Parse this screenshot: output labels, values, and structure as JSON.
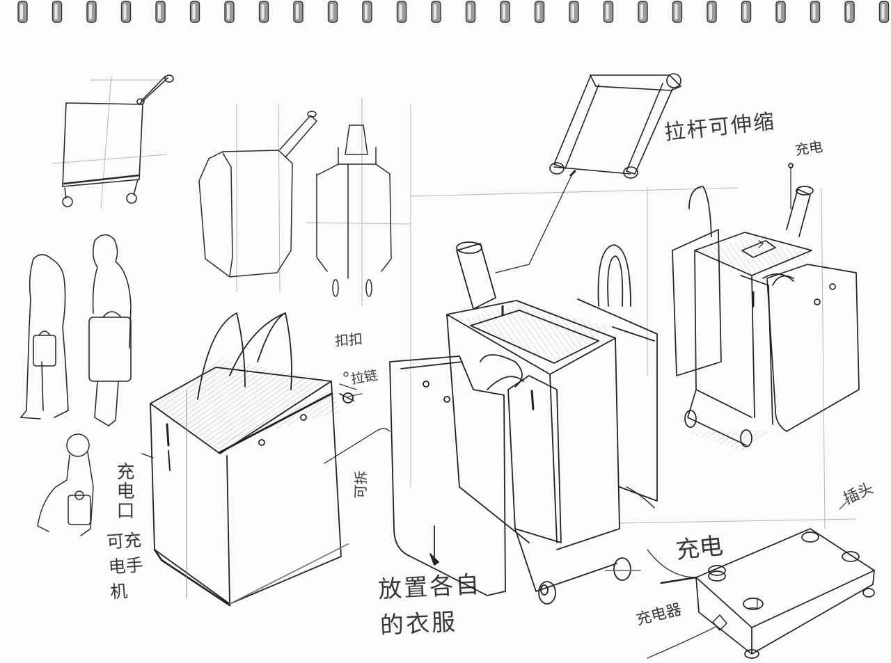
{
  "notes": {
    "pull_rod": "拉杆可伸缩",
    "charge_top": "充电",
    "buckle": "扣扣",
    "zipper": "拉链",
    "charge_port": "充电口",
    "phone_charge": "可充电手机",
    "removable": "可拆",
    "clothes": "放置各自的衣服",
    "charger": "充电器",
    "charge_wave": "充电",
    "plug": "插头"
  },
  "icons": {
    "binding_rings": "spiral-binding-icon",
    "buckle_mark": "buckle-ring-icon"
  },
  "colors": {
    "pencil": "#2a2a2a",
    "paper": "#fbfbfa",
    "guide": "#8a8a8a"
  }
}
